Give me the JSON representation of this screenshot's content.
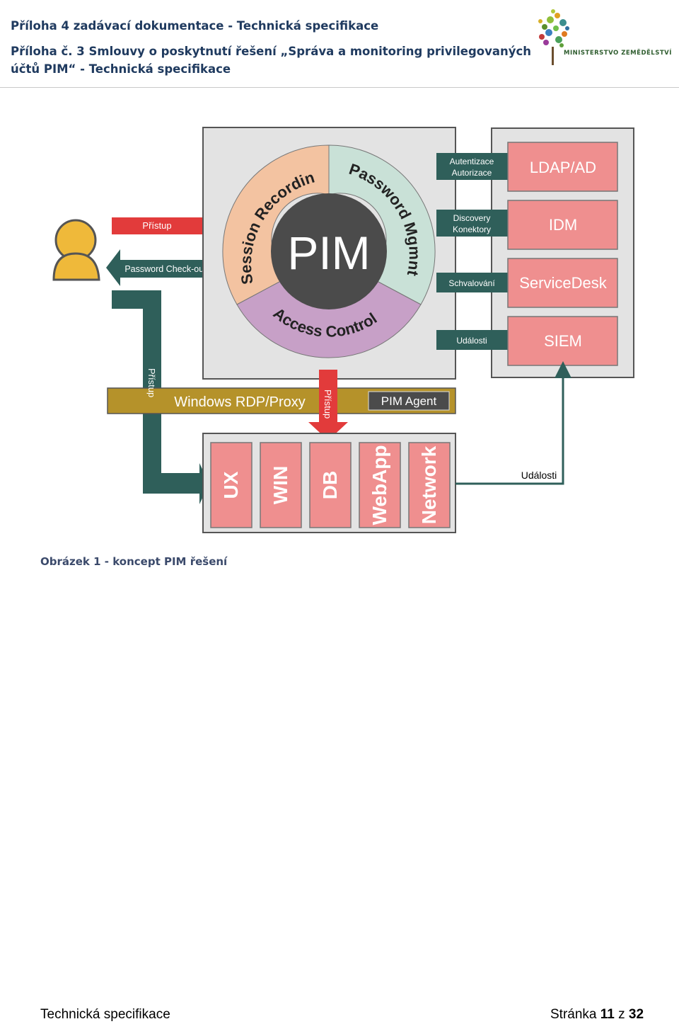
{
  "header": {
    "line1": "Příloha 4 zadávací dokumentace - Technická specifikace",
    "line2": "Příloha č. 3 Smlouvy o poskytnutí řešení „Správa a monitoring privilegovaných",
    "line3": "účtů PIM“ - Technická specifikace",
    "logo_text": "MINISTERSTVO ZEMĚDĚLSTVÍ"
  },
  "diagram": {
    "center": "PIM",
    "segments": {
      "session_recording": "Session Recording",
      "password_mgmt": "Password Mgmnt.",
      "access_control": "Access Control"
    },
    "user_arrows": {
      "access": "Přístup",
      "checkout": "Password Check-out"
    },
    "connectors": {
      "auth_line1": "Autentizace",
      "auth_line2": "Autorizace",
      "discovery_line1": "Discovery",
      "discovery_line2": "Konektory",
      "approval": "Schvalování",
      "events": "Události"
    },
    "services": [
      "LDAP/AD",
      "IDM",
      "ServiceDesk",
      "SIEM"
    ],
    "proxy_bar": {
      "label": "Windows RDP/Proxy",
      "agent": "PIM Agent",
      "vertical_access_left": "Přístup",
      "vertical_access_center": "Přístup"
    },
    "targets": [
      "UX",
      "WIN",
      "DB",
      "WebApp",
      "Network"
    ],
    "events_out": "Události"
  },
  "caption": "Obrázek 1 - koncept PIM řešení",
  "footer": {
    "left": "Technická specifikace",
    "page_prefix": "Stránka",
    "page_number": "11",
    "page_sep": "z",
    "page_total": "32"
  },
  "colors": {
    "header_text": "#1f3a5f",
    "arrow_red": "#e23b3b",
    "arrow_teal": "#2f5f5a",
    "proxy_bar": "#b5922a",
    "service_pink": "#ef8f8f",
    "session_orange": "#f3c3a1",
    "password_green": "#c9e1d7",
    "access_purple": "#c7a0c7",
    "pim_core": "#4b4b4b"
  }
}
